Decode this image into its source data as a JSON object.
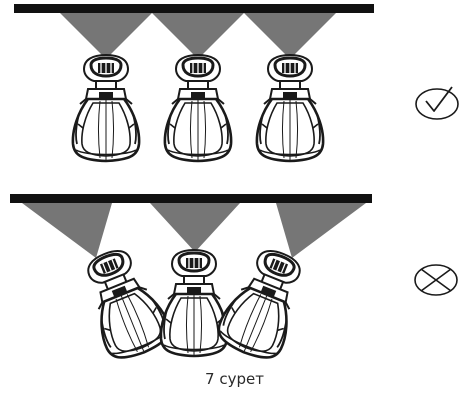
{
  "figure": {
    "caption": "7 сурет"
  },
  "panels": [
    {
      "id": "correct",
      "marker": "check-icon",
      "rows": [
        {
          "spray_direction": "vertical"
        },
        {
          "spray_direction": "vertical"
        },
        {
          "spray_direction": "vertical"
        }
      ]
    },
    {
      "id": "incorrect",
      "marker": "cross-icon",
      "rows": [
        {
          "spray_direction": "tilted-left"
        },
        {
          "spray_direction": "vertical"
        },
        {
          "spray_direction": "tilted-right"
        }
      ]
    }
  ],
  "colors": {
    "beam": "#767676",
    "bar": "#111111",
    "line": "#1a1a1a"
  }
}
